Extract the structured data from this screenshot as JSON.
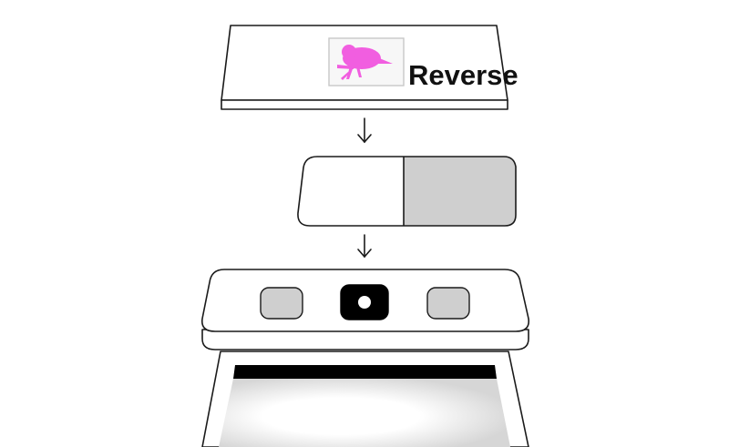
{
  "diagram": {
    "steps": [
      {
        "id": "menu-bar",
        "label": "Reverse",
        "thumbnail_icon": "magenta-bird-thumbnail-icon",
        "colors": {
          "bird": "#f15ee0",
          "card_fill": "#ffffff",
          "outline": "#1a1a1a"
        }
      },
      {
        "id": "toggle-switch",
        "segments": [
          "off",
          "on"
        ],
        "active_segment": 1,
        "colors": {
          "active": "#cfcfcf",
          "inactive": "#ffffff"
        }
      },
      {
        "id": "control-panel",
        "buttons": [
          {
            "name": "left-button",
            "selected": false
          },
          {
            "name": "center-button",
            "selected": true
          },
          {
            "name": "right-button",
            "selected": false
          }
        ],
        "colors": {
          "button": "#cfcfcf",
          "selected": "#000000",
          "indicator": "#ffffff"
        }
      }
    ],
    "connectors": [
      {
        "from": "menu-bar",
        "to": "toggle-switch",
        "icon": "arrow-down-icon"
      },
      {
        "from": "toggle-switch",
        "to": "control-panel",
        "icon": "arrow-down-icon"
      }
    ],
    "display": {
      "screen_color": "#dcdcdc",
      "glow_color": "#ffffff",
      "top_band": "#000000"
    }
  }
}
